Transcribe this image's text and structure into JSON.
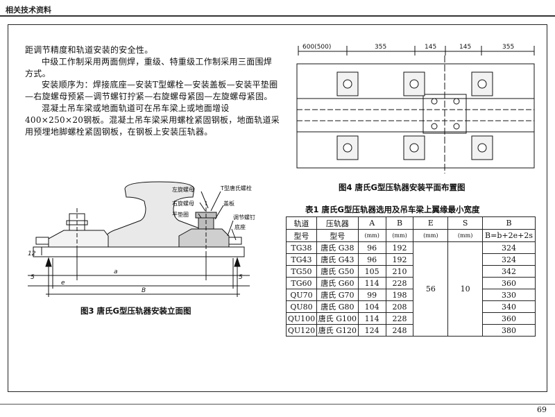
{
  "header": {
    "label": "相关技术资料"
  },
  "page_number": "69",
  "text": {
    "line1": "距调节精度和轨道安装的安全性。",
    "para2": "中级工作制采用两面侧焊，重级、特重级工作制采用三面围焊方式。",
    "para3": "安装顺序为：焊接底座—安装T型螺栓—安装盖板—安装平垫圈—右旋螺母预紧—调节螺钉拧紧—右旋螺母紧固—左旋螺母紧固。",
    "para4": "混凝土吊车梁或地面轨道可在吊车梁上或地面增设400×250×20钢板。混凝土吊车梁采用螺栓紧固钢板，地面轨道采用预埋地脚螺栓紧固钢板，在钢板上安装压轨器。"
  },
  "fig3": {
    "caption": "图3  唐氏G型压轨器安装立面图",
    "labels": {
      "left_nut": "左旋螺母",
      "right_nut": "右旋螺母",
      "washer": "平垫圈",
      "t_bolt": "T型唐氏螺栓",
      "cover": "盖板",
      "adj_screw": "调节螺钉",
      "base": "底座"
    },
    "dims": {
      "d12": "12",
      "d5a": "5",
      "d5b": "5",
      "e": "e",
      "a": "a",
      "B": "B"
    }
  },
  "fig4": {
    "caption": "图4  唐氏G型压轨器安装平面布置图",
    "dims": [
      "600(500)",
      "355",
      "145",
      "145",
      "355"
    ]
  },
  "table": {
    "title": "表1  唐氏G型压轨器选用及吊车梁上翼缘最小宽度",
    "headers": [
      {
        "top": "轨道",
        "bottom": "型号"
      },
      {
        "top": "压轨器",
        "bottom": "型号"
      },
      {
        "top": "A",
        "bottom": "(mm)"
      },
      {
        "top": "B",
        "bottom": "(mm)"
      },
      {
        "top": "E",
        "bottom": "(mm)"
      },
      {
        "top": "S",
        "bottom": "(mm)"
      },
      {
        "top": "B",
        "bottom": "B=b+2e+2s"
      }
    ],
    "merged_E": "56",
    "merged_S": "10",
    "rows": [
      {
        "rail": "TG38",
        "model": "唐氏 G38",
        "a": "96",
        "b": "192",
        "width": "324"
      },
      {
        "rail": "TG43",
        "model": "唐氏 G43",
        "a": "96",
        "b": "192",
        "width": "324"
      },
      {
        "rail": "TG50",
        "model": "唐氏 G50",
        "a": "105",
        "b": "210",
        "width": "342"
      },
      {
        "rail": "TG60",
        "model": "唐氏 G60",
        "a": "114",
        "b": "228",
        "width": "360"
      },
      {
        "rail": "QU70",
        "model": "唐氏 G70",
        "a": "99",
        "b": "198",
        "width": "330"
      },
      {
        "rail": "QU80",
        "model": "唐氏 G80",
        "a": "104",
        "b": "208",
        "width": "340"
      },
      {
        "rail": "QU100",
        "model": "唐氏 G100",
        "a": "114",
        "b": "228",
        "width": "360"
      },
      {
        "rail": "QU120",
        "model": "唐氏 G120",
        "a": "124",
        "b": "248",
        "width": "380"
      }
    ]
  }
}
